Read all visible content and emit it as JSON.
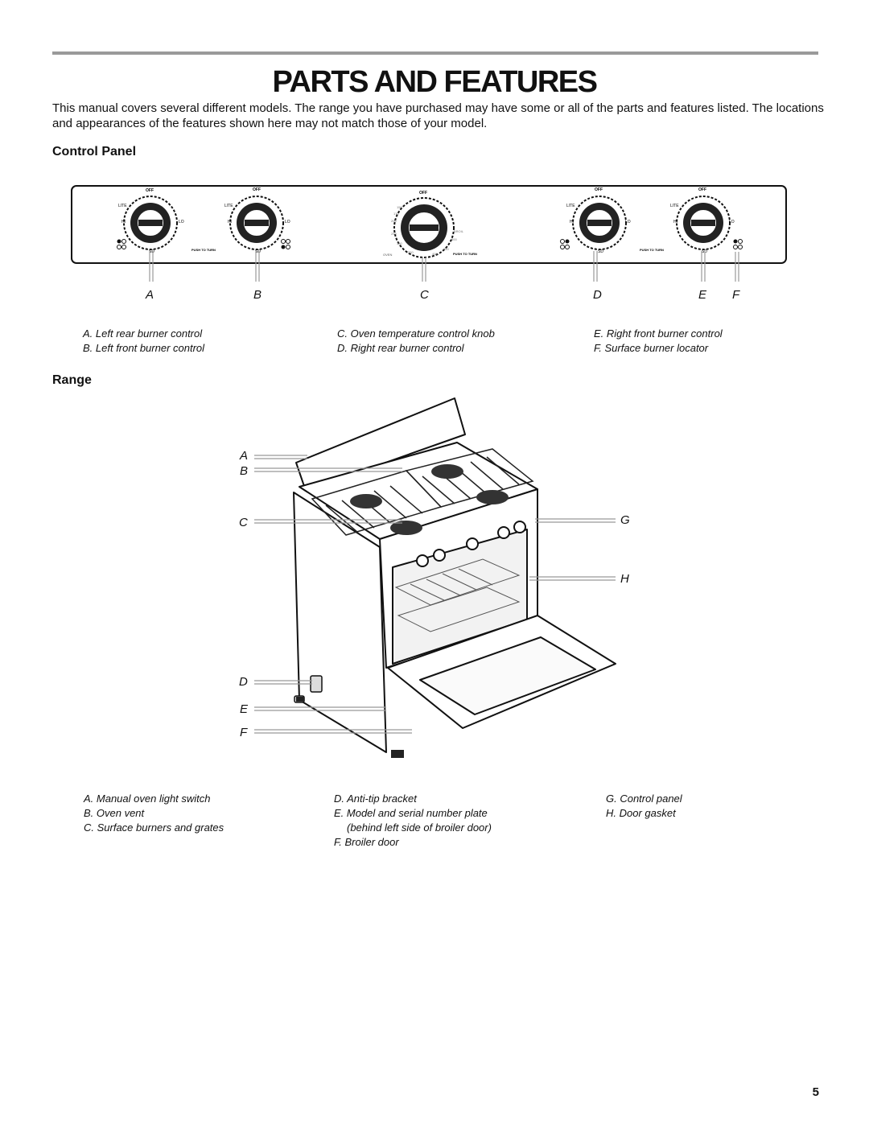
{
  "page": {
    "title": "Parts and Features",
    "intro": "This manual covers several different models. The range you have purchased may have some or all of the parts and features listed. The locations and appearances of the features shown here may not match those of your model.",
    "page_number": "5"
  },
  "control_panel": {
    "heading": "Control Panel",
    "knob_labels": {
      "off": "OFF",
      "lite": "LITE",
      "hi": "HI",
      "lo": "LO",
      "sd": "SD",
      "push_to_turn": "PUSH TO TURN",
      "oven": "OVEN",
      "broil": "BROIL",
      "temps": [
        "150",
        "170",
        "200",
        "250",
        "300",
        "350",
        "400",
        "450",
        "500",
        "550"
      ]
    },
    "callouts": [
      "A",
      "B",
      "C",
      "D",
      "E",
      "F"
    ],
    "captions": [
      [
        "A. Left rear burner control",
        "B. Left front burner control"
      ],
      [
        "C. Oven temperature control knob",
        "D. Right rear burner control"
      ],
      [
        "E. Right front burner control",
        "F. Surface burner locator"
      ]
    ]
  },
  "range": {
    "heading": "Range",
    "callouts_left": [
      "A",
      "B",
      "C",
      "D",
      "E",
      "F"
    ],
    "callouts_right": [
      "G",
      "H"
    ],
    "captions": {
      "col1": [
        "A. Manual oven light switch",
        "B. Oven vent",
        "C. Surface burners and grates"
      ],
      "col2": [
        "D. Anti-tip bracket",
        "E. Model and serial number plate",
        "(behind left side of broiler door)",
        "F. Broiler door"
      ],
      "col3": [
        "G. Control panel",
        "H. Door gasket"
      ]
    }
  }
}
